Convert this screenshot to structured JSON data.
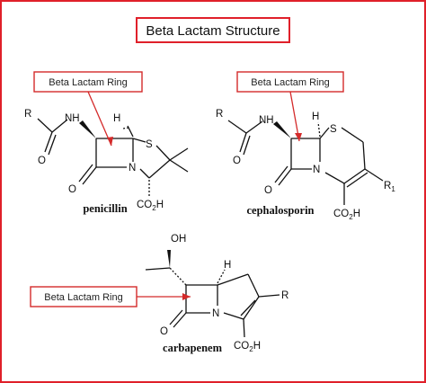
{
  "title": "Beta Lactam Structure",
  "callout_label": "Beta Lactam Ring",
  "molecules": {
    "penicillin": {
      "name": "penicillin",
      "atoms": {
        "r": "R",
        "nh": "NH",
        "o_amide": "O",
        "h": "H",
        "s": "S",
        "n": "N",
        "o_lactam": "O",
        "acid": "CO",
        "acid_sub": "2",
        "acid_h": "H"
      }
    },
    "cephalosporin": {
      "name": "cephalosporin",
      "atoms": {
        "r": "R",
        "nh": "NH",
        "o_amide": "O",
        "h": "H",
        "s": "S",
        "n": "N",
        "o_lactam": "O",
        "r1": "R",
        "r1_sub": "1",
        "acid": "CO",
        "acid_sub": "2",
        "acid_h": "H"
      }
    },
    "carbapenem": {
      "name": "carbapenem",
      "atoms": {
        "oh": "OH",
        "h": "H",
        "n": "N",
        "o_lactam": "O",
        "r": "R",
        "acid": "CO",
        "acid_sub": "2",
        "acid_h": "H"
      }
    }
  },
  "colors": {
    "frame": "#e0202a",
    "callout": "#d42a2a",
    "ink": "#111111"
  }
}
